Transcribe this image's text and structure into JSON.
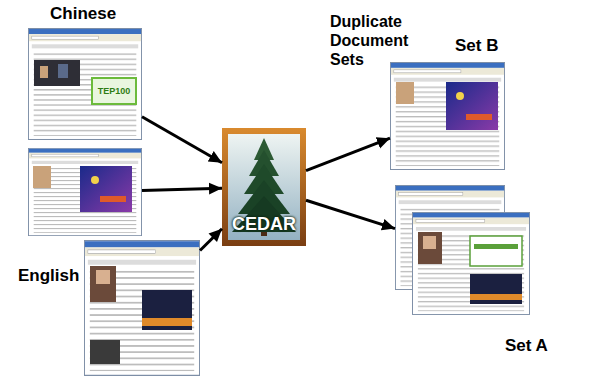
{
  "diagram": {
    "nodes": [
      {
        "text": [
          "Chinese"
        ]
      },
      {
        "text": []
      },
      {
        "text": [
          "English"
        ]
      },
      {
        "text": [
          "CEDAR"
        ]
      },
      {
        "text": [
          "Set B"
        ]
      },
      {
        "text": [
          "Set A"
        ]
      }
    ],
    "edges": [
      {
        "from": 0,
        "to": 3,
        "arrow": "to"
      },
      {
        "from": 1,
        "to": 3,
        "arrow": "to"
      },
      {
        "from": 2,
        "to": 3,
        "arrow": "to"
      },
      {
        "from": 3,
        "to": 4,
        "arrow": "to"
      },
      {
        "from": 3,
        "to": 5,
        "arrow": "to"
      }
    ],
    "labels": [
      "Duplicate Document Sets",
      "TEP100"
    ]
  }
}
